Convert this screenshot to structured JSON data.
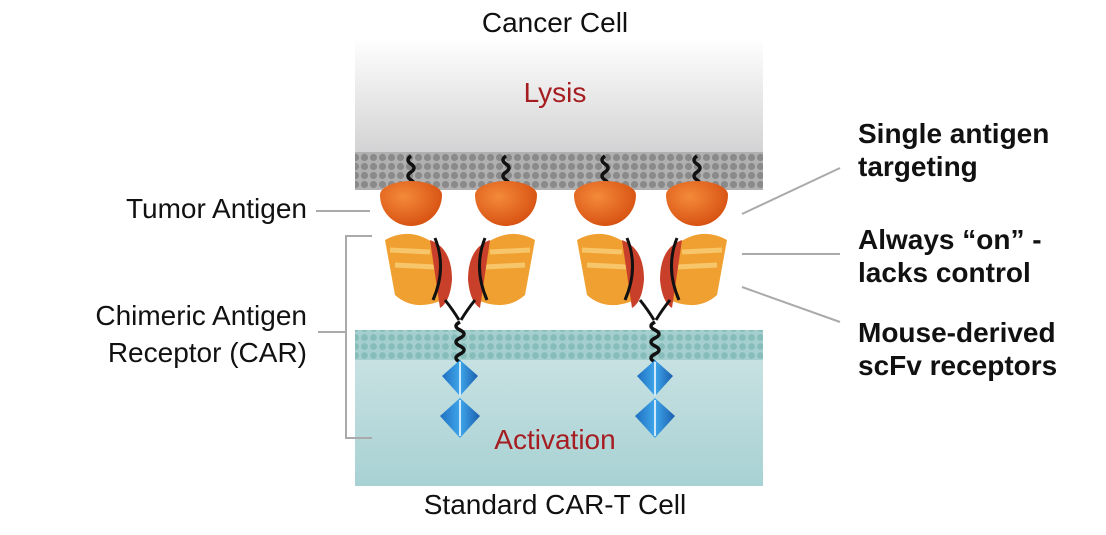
{
  "diagram": {
    "top_cell_label": "Cancer Cell",
    "bottom_cell_label": "Standard CAR-T Cell",
    "lysis_label": "Lysis",
    "activation_label": "Activation",
    "left_labels": {
      "tumor_antigen": "Tumor Antigen",
      "car_line1": "Chimeric Antigen",
      "car_line2": "Receptor (CAR)"
    },
    "right_labels": {
      "single_line1": "Single antigen",
      "single_line2": "targeting",
      "always_line1": "Always “on” -",
      "always_line2": "lacks control",
      "mouse_line1": "Mouse-derived",
      "mouse_line2": "scFv receptors"
    },
    "colors": {
      "antigen": "#e8641e",
      "scfv_orange": "#f0a030",
      "scfv_red": "#c8402a",
      "signal_blue": "#2b8fd6",
      "membrane_grey": "#9a9a9a",
      "membrane_teal": "#8fc3c2",
      "label_red": "#a51d21"
    }
  }
}
